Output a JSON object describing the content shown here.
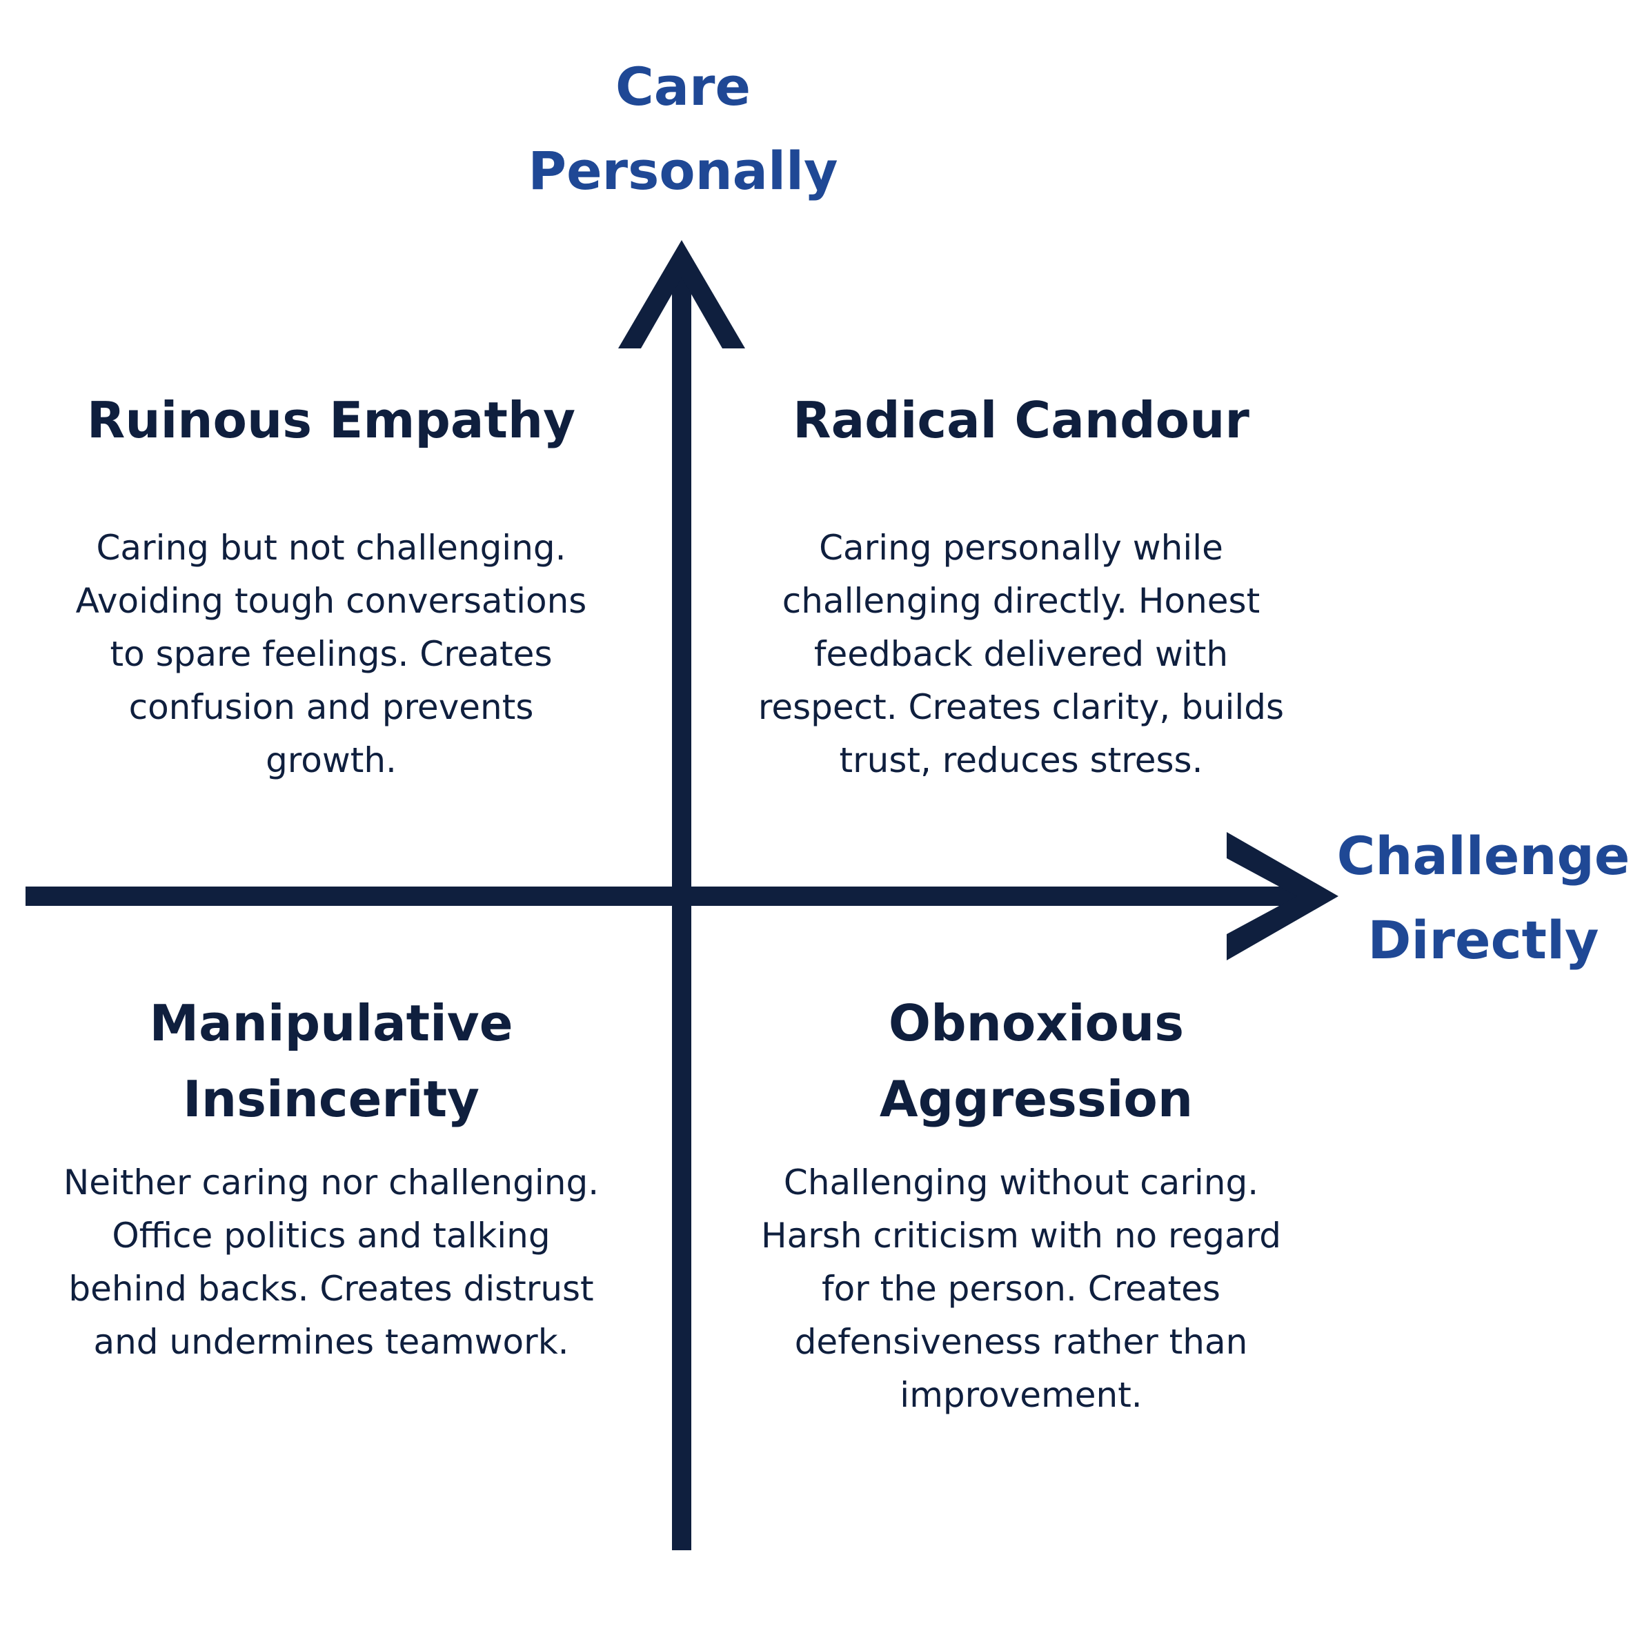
{
  "axes": {
    "y_label": [
      "Care",
      "Personally"
    ],
    "x_label": [
      "Challenge",
      "Directly"
    ],
    "color": "#0f1f3e",
    "label_color": "#1f4895"
  },
  "quadrants": {
    "top_left": {
      "title": [
        "Ruinous Empathy"
      ],
      "description": [
        "Caring but not challenging.",
        "Avoiding tough conversations",
        "to spare feelings. Creates",
        "confusion and prevents",
        "growth."
      ]
    },
    "top_right": {
      "title": [
        "Radical Candour"
      ],
      "description": [
        "Caring personally while",
        "challenging directly. Honest",
        "feedback delivered with",
        "respect. Creates clarity, builds",
        "trust, reduces stress."
      ]
    },
    "bottom_left": {
      "title": [
        "Manipulative",
        "Insincerity"
      ],
      "description": [
        "Neither caring nor challenging.",
        "Office politics and talking",
        "behind backs. Creates distrust",
        "and undermines teamwork."
      ]
    },
    "bottom_right": {
      "title": [
        "Obnoxious",
        "Aggression"
      ],
      "description": [
        "Challenging without caring.",
        "Harsh criticism with no regard",
        "for the person. Creates",
        "defensiveness rather than",
        "improvement."
      ]
    }
  }
}
